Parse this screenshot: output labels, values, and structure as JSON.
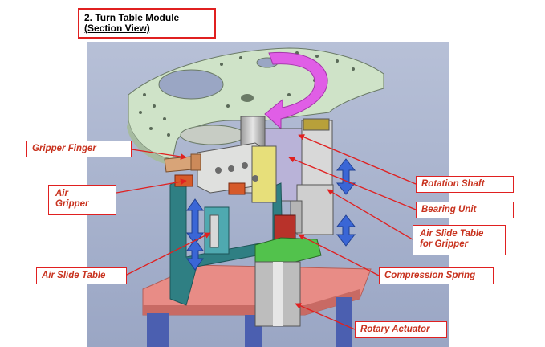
{
  "title": {
    "line1": "2. Turn Table Module",
    "line2": "(Section View)"
  },
  "labels": {
    "gripper_finger": "Gripper Finger",
    "air_gripper_1": "Air",
    "air_gripper_2": "Gripper",
    "air_slide_table": "Air Slide Table",
    "rotation_shaft": "Rotation Shaft",
    "bearing_unit": "Bearing Unit",
    "air_slide_gripper_1": "Air Slide Table",
    "air_slide_gripper_2": "for Gripper",
    "compression_spring": "Compression Spring",
    "rotary_actuator": "Rotary Actuator"
  },
  "colors": {
    "label_border": "#e02020",
    "label_text": "#c8321e",
    "turntable": "#cfe3c8",
    "background_panel": "#a9b4cf",
    "base_plate": "#e88c86",
    "frame": "#2f7f83",
    "gripper_block": "#dfe0de",
    "yellow_block": "#e7df7a",
    "rotation_arrow": "#e05ee6",
    "motion_arrow": "#3a66d6"
  }
}
